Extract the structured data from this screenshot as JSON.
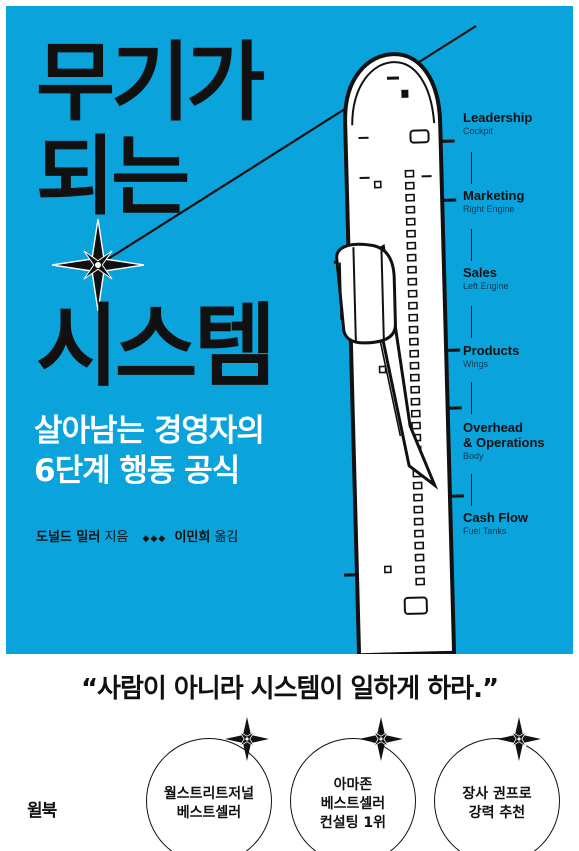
{
  "book": {
    "title_lines": [
      "무기가",
      "되는",
      "시스템"
    ],
    "subtitle_lines": [
      "살아남는 경영자의",
      "6단계 행동 공식"
    ],
    "author": "도널드 밀러",
    "author_role": "지음",
    "separator": "◆◆◆",
    "translator": "이민희",
    "translator_role": "옮김",
    "quote": "“사람이 아니라 시스템이 일하게 하라.”",
    "publisher": "윌북"
  },
  "menu": [
    {
      "title": "Leadership",
      "sub": "Cockpit"
    },
    {
      "title": "Marketing",
      "sub": "Right Engine"
    },
    {
      "title": "Sales",
      "sub": "Left Engine"
    },
    {
      "title": "Products",
      "sub": "Wings"
    },
    {
      "title": "Overhead",
      "title2": "& Operations",
      "sub": "Body"
    },
    {
      "title": "Cash Flow",
      "sub": "Fuel Tanks"
    }
  ],
  "badges": [
    {
      "text": "월스트리트저널\n베스트셀러"
    },
    {
      "text": "아마존\n베스트셀러\n컨설팅 1위"
    },
    {
      "text": "장사 권프로\n강력 추천"
    }
  ],
  "colors": {
    "background": "#0aa3dc",
    "title": "#111111",
    "subtitle": "#ffffff",
    "bottom": "#ffffff"
  },
  "icons": [
    "compass-star-icon",
    "airplane-illustration"
  ]
}
